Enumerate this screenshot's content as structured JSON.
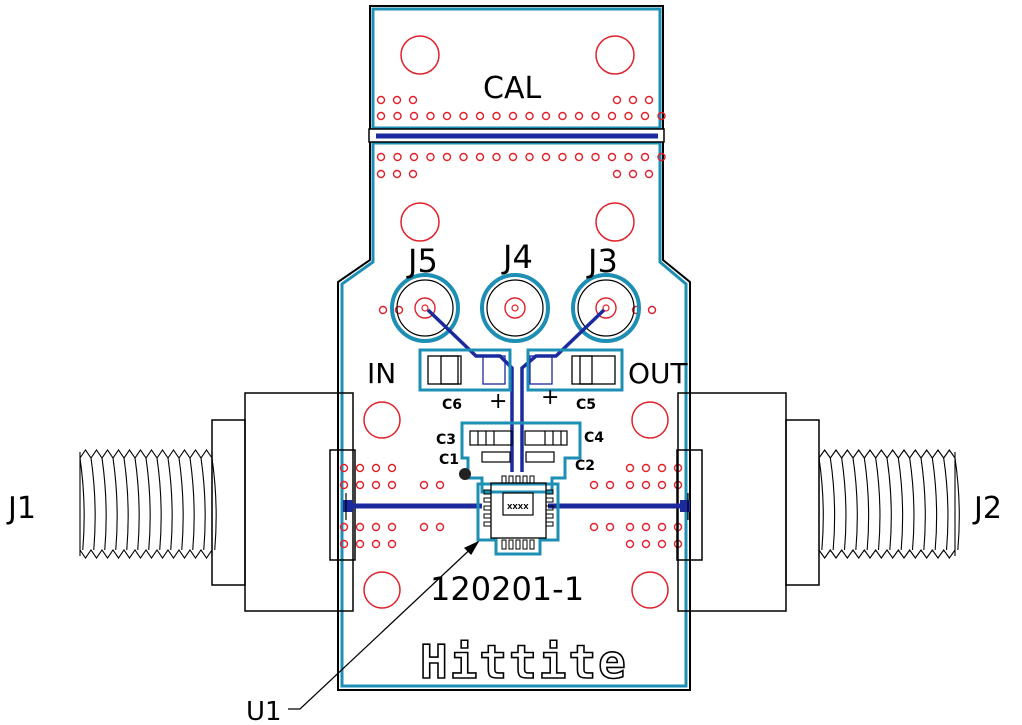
{
  "labels": {
    "cal": "CAL",
    "j1": "J1",
    "j2": "J2",
    "j3": "J3",
    "j4": "J4",
    "j5": "J5",
    "in": "IN",
    "out": "OUT",
    "c1": "C1",
    "c2": "C2",
    "c3": "C3",
    "c4": "C4",
    "c5": "C5",
    "c6": "C6",
    "plus_left": "+",
    "plus_right": "+",
    "part_number": "120201-1",
    "brand": "Hittite",
    "u1": "U1",
    "chip_marking": "XXXX"
  },
  "colors": {
    "outline": "#000000",
    "board_edge": "#1e8fb4",
    "trace": "#1b2a9e",
    "via": "#e0202a",
    "copper_pour": "#7ec8dc"
  }
}
